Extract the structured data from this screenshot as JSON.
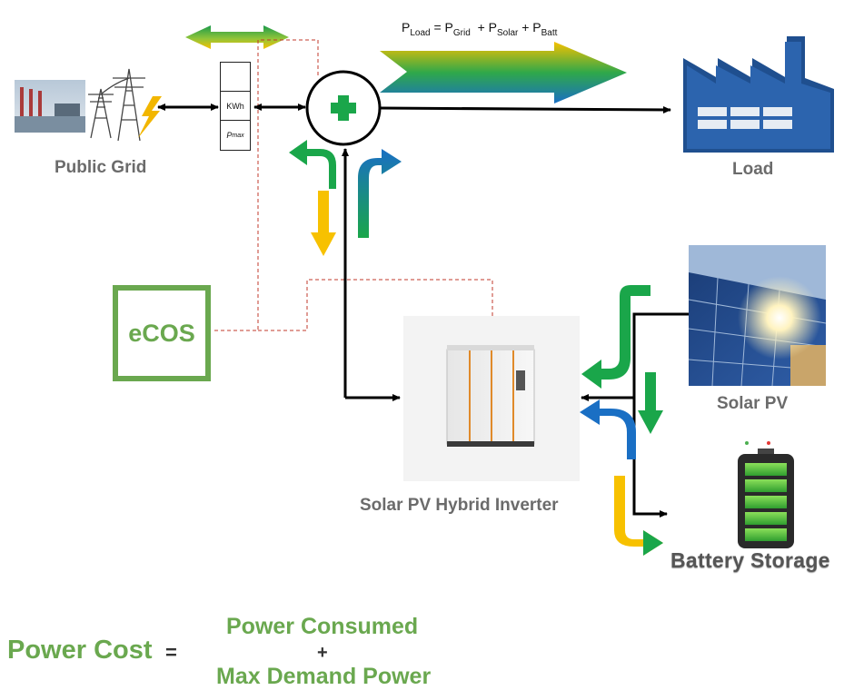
{
  "equation": {
    "p": "P",
    "load_sub": "Load",
    "eq": " = P",
    "grid_sub": "Grid",
    "plus1": "  + P",
    "solar_sub": "Solar",
    "plus2": " + P",
    "batt_sub": "Batt"
  },
  "nodes": {
    "public_grid": "Public Grid",
    "load": "Load",
    "solar_pv": "Solar PV",
    "inverter": "Solar PV Hybrid Inverter",
    "battery": "Battery Storage",
    "ecos": "eCOS"
  },
  "meter": {
    "kwh": "KWh",
    "pmax_p": "P",
    "pmax_sub": "max"
  },
  "cost_formula": {
    "lhs": "Power Cost",
    "equals": "=",
    "term1": "Power Consumed",
    "plus": "+",
    "term2": "Max Demand Power"
  },
  "colors": {
    "green": "#1aa64a",
    "yellow": "#f7c100",
    "blue": "#1a6fc4",
    "ecos_green": "#6aa84f",
    "factory_blue": "#1f4f8f",
    "signal_red": "#c0392b"
  }
}
